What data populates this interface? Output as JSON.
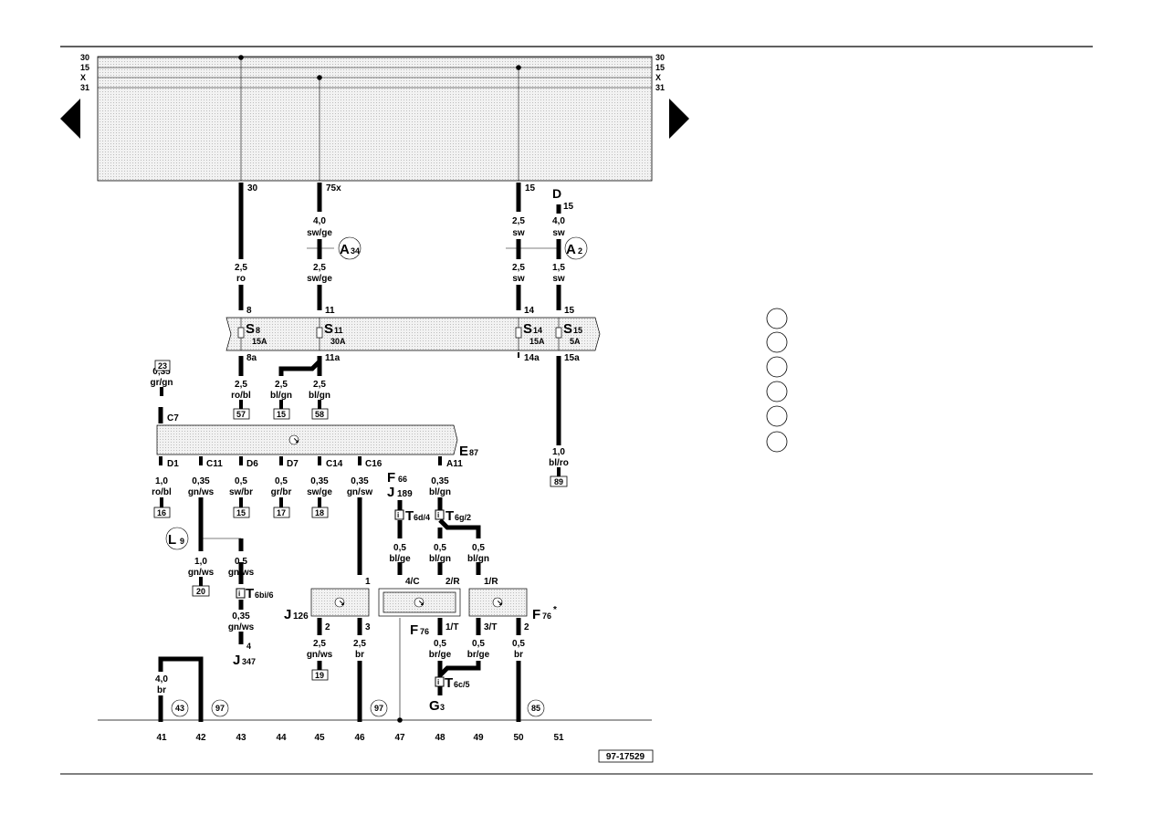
{
  "rails": {
    "left": [
      "30",
      "15",
      "X",
      "31"
    ],
    "right": [
      "30",
      "15",
      "X",
      "31"
    ]
  },
  "ce_terminals": [
    "30",
    "75x",
    "15",
    "D",
    "15"
  ],
  "wires": {
    "w_sw_ge_top": [
      "4,0",
      "sw/ge"
    ],
    "w_sw_ge_bot": [
      "2,5",
      "sw/ge"
    ],
    "w_ro": [
      "2,5",
      "ro"
    ],
    "w_sw14a": [
      "2,5",
      "sw"
    ],
    "w_sw14b": [
      "2,5",
      "sw"
    ],
    "w_sw15a": [
      "4,0",
      "sw"
    ],
    "w_sw15b": [
      "1,5",
      "sw"
    ],
    "w_robl": [
      "2,5",
      "ro/bl"
    ],
    "w_blgn1": [
      "2,5",
      "bl/gn"
    ],
    "w_blgn2": [
      "2,5",
      "bl/gn"
    ],
    "w_grgn": [
      "0,35",
      "gr/gn"
    ],
    "w_blro": [
      "1,0",
      "bl/ro"
    ],
    "w_d1": [
      "1,0",
      "ro/bl"
    ],
    "w_c11": [
      "0,35",
      "gn/ws"
    ],
    "w_d6": [
      "0,5",
      "sw/br"
    ],
    "w_d7": [
      "0,5",
      "gr/br"
    ],
    "w_c14": [
      "0,35",
      "sw/ge"
    ],
    "w_c16": [
      "0,35",
      "gn/sw"
    ],
    "w_a11": [
      "0,35",
      "bl/gn"
    ],
    "w_gnws1": [
      "1,0",
      "gn/ws"
    ],
    "w_gnws2": [
      "0,5",
      "gn/ws"
    ],
    "w_gnws3": [
      "0,35",
      "gn/ws"
    ],
    "w_blge": [
      "0,5",
      "bl/ge"
    ],
    "w_blgn3": [
      "0,5",
      "bl/gn"
    ],
    "w_blgn4": [
      "0,5",
      "bl/gn"
    ],
    "w_gnws4": [
      "2,5",
      "gn/ws"
    ],
    "w_br1": [
      "2,5",
      "br"
    ],
    "w_brge1": [
      "0,5",
      "br/ge"
    ],
    "w_brge2": [
      "0,5",
      "br/ge"
    ],
    "w_br2": [
      "0,5",
      "br"
    ],
    "w_br3": [
      "4,0",
      "br"
    ]
  },
  "pins": {
    "p8": "8",
    "p11": "11",
    "p14": "14",
    "p15": "15",
    "p8a": "8a",
    "p11a": "11a",
    "p14a": "14a",
    "p15a": "15a",
    "pC7": "C7",
    "pD1": "D1",
    "pC11": "C11",
    "pD6": "D6",
    "pD7": "D7",
    "pC14": "C14",
    "pC16": "C16",
    "pA11": "A11",
    "p1": "1",
    "p4C": "4/C",
    "p2R": "2/R",
    "p1R": "1/R",
    "p2a": "2",
    "p3a": "3",
    "p1T": "1/T",
    "p3T": "3/T",
    "p2b": "2",
    "p4": "4"
  },
  "fuses": [
    {
      "name": "S",
      "sub": "8",
      "amp": "15A"
    },
    {
      "name": "S",
      "sub": "11",
      "amp": "30A"
    },
    {
      "name": "S",
      "sub": "14",
      "amp": "15A"
    },
    {
      "name": "S",
      "sub": "15",
      "amp": "5A"
    }
  ],
  "connectors_circle": [
    {
      "letter": "A",
      "sub": "34"
    },
    {
      "letter": "A",
      "sub": "2"
    },
    {
      "letter": "L",
      "sub": "9"
    }
  ],
  "components": {
    "E87": {
      "letter": "E",
      "sub": "87"
    },
    "F66": {
      "letter": "F",
      "sub": "66"
    },
    "J189": {
      "letter": "J",
      "sub": "189"
    },
    "J126": {
      "letter": "J",
      "sub": "126"
    },
    "F76": {
      "letter": "F",
      "sub": "76"
    },
    "F76s": {
      "letter": "F",
      "sub": "76",
      "sup": "*"
    },
    "J347": {
      "letter": "J",
      "sub": "347"
    },
    "G3": {
      "letter": "G",
      "sub": "3"
    }
  },
  "plugs": {
    "T6d4": {
      "letter": "T",
      "sub": "6d/4"
    },
    "T6g2": {
      "letter": "T",
      "sub": "6g/2"
    },
    "T6bi6": {
      "letter": "T",
      "sub": "6bi/6"
    },
    "T6c5": {
      "letter": "T",
      "sub": "6c/5"
    }
  },
  "refs_box": [
    "23",
    "57",
    "15",
    "58",
    "16",
    "15",
    "17",
    "18",
    "89",
    "20",
    "19"
  ],
  "refs_circle": [
    "43",
    "97",
    "97",
    "85"
  ],
  "tracks": [
    "41",
    "42",
    "43",
    "44",
    "45",
    "46",
    "47",
    "48",
    "49",
    "50",
    "51"
  ],
  "doc_number": "97-17529"
}
